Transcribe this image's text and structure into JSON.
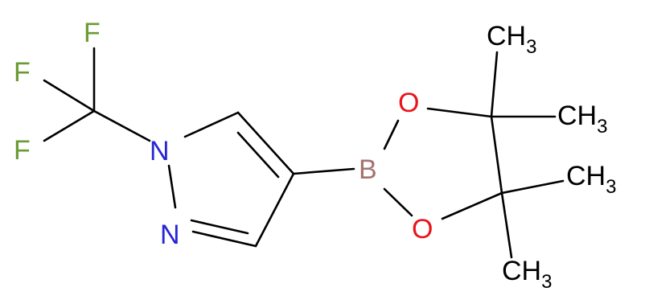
{
  "colors": {
    "bond": "#000000",
    "fluorine": "#6a9b33",
    "nitrogen": "#2626d6",
    "oxygen": "#e8141b",
    "boron": "#a57272",
    "carbon": "#000000"
  },
  "atoms": {
    "f_top": "F",
    "f_mid": "F",
    "f_bot": "F",
    "n1": "N",
    "n2": "N",
    "b": "B",
    "o_top": "O",
    "o_bot": "O",
    "ch3_1": {
      "main": "CH",
      "sub": "3"
    },
    "ch3_2": {
      "main": "CH",
      "sub": "3"
    },
    "ch3_3": {
      "main": "CH",
      "sub": "3"
    },
    "ch3_4": {
      "main": "CH",
      "sub": "3"
    }
  }
}
